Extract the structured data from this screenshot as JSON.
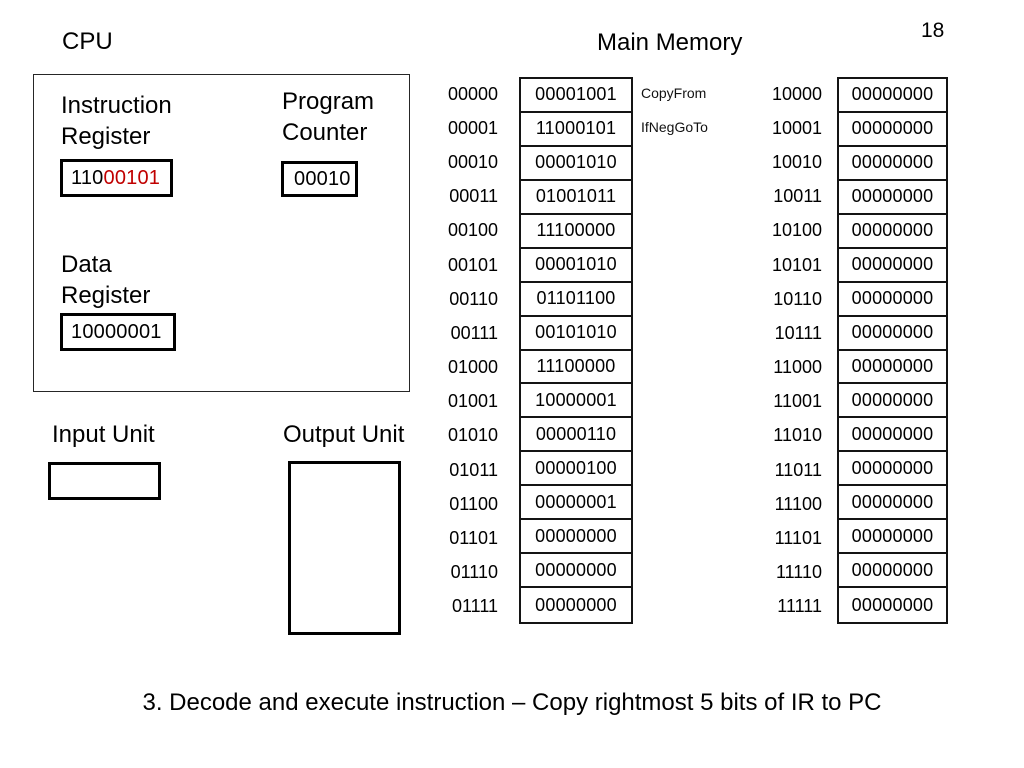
{
  "header": {
    "cpu_label": "CPU",
    "memory_label": "Main Memory",
    "page_number": "18"
  },
  "cpu": {
    "instruction_register": {
      "label": "Instruction\nRegister",
      "value_black": "110",
      "value_red": "00101"
    },
    "program_counter": {
      "label": "Program\nCounter",
      "value": "00010"
    },
    "data_register": {
      "label": "Data\nRegister",
      "value": "10000001"
    }
  },
  "io": {
    "input_label": "Input Unit",
    "output_label": "Output Unit"
  },
  "memory": {
    "left": [
      {
        "addr": "00000",
        "value": "00001001"
      },
      {
        "addr": "00001",
        "value": "11000101"
      },
      {
        "addr": "00010",
        "value": "00001010"
      },
      {
        "addr": "00011",
        "value": "01001011"
      },
      {
        "addr": "00100",
        "value": "11100000"
      },
      {
        "addr": "00101",
        "value": "00001010"
      },
      {
        "addr": "00110",
        "value": "01101100"
      },
      {
        "addr": "00111",
        "value": "00101010"
      },
      {
        "addr": "01000",
        "value": "11100000"
      },
      {
        "addr": "01001",
        "value": "10000001"
      },
      {
        "addr": "01010",
        "value": "00000110"
      },
      {
        "addr": "01011",
        "value": "00000100"
      },
      {
        "addr": "01100",
        "value": "00000001"
      },
      {
        "addr": "01101",
        "value": "00000000"
      },
      {
        "addr": "01110",
        "value": "00000000"
      },
      {
        "addr": "01111",
        "value": "00000000"
      }
    ],
    "right": [
      {
        "addr": "10000",
        "value": "00000000"
      },
      {
        "addr": "10001",
        "value": "00000000"
      },
      {
        "addr": "10010",
        "value": "00000000"
      },
      {
        "addr": "10011",
        "value": "00000000"
      },
      {
        "addr": "10100",
        "value": "00000000"
      },
      {
        "addr": "10101",
        "value": "00000000"
      },
      {
        "addr": "10110",
        "value": "00000000"
      },
      {
        "addr": "10111",
        "value": "00000000"
      },
      {
        "addr": "11000",
        "value": "00000000"
      },
      {
        "addr": "11001",
        "value": "00000000"
      },
      {
        "addr": "11010",
        "value": "00000000"
      },
      {
        "addr": "11011",
        "value": "00000000"
      },
      {
        "addr": "11100",
        "value": "00000000"
      },
      {
        "addr": "11101",
        "value": "00000000"
      },
      {
        "addr": "11110",
        "value": "00000000"
      },
      {
        "addr": "11111",
        "value": "00000000"
      }
    ],
    "annotations": [
      {
        "text": "CopyFrom"
      },
      {
        "text": "IfNegGoTo"
      }
    ]
  },
  "caption": "3. Decode and execute instruction – Copy rightmost 5 bits of IR to PC",
  "colors": {
    "highlight_red": "#c00000"
  }
}
